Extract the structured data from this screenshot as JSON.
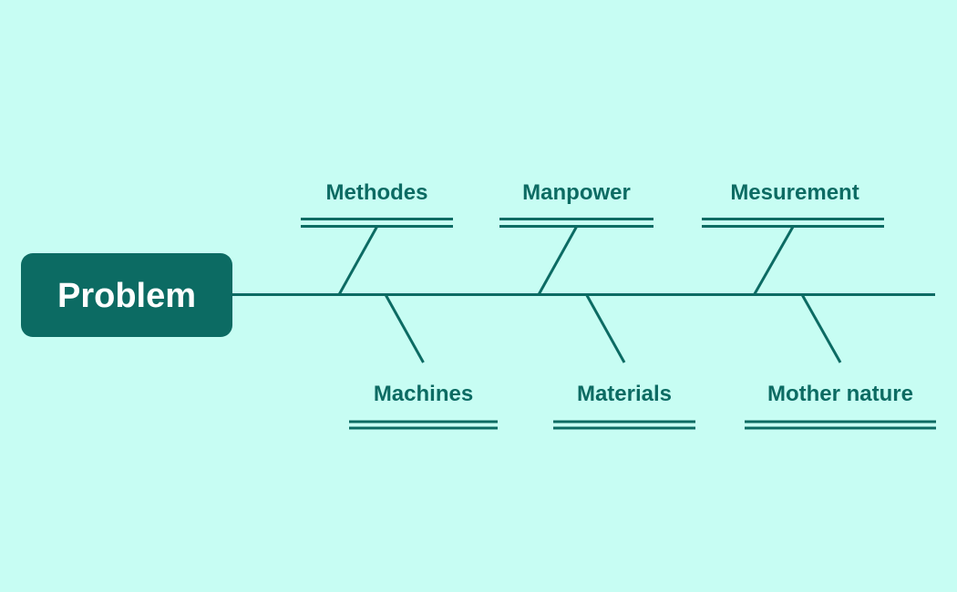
{
  "colors": {
    "background": "#c7fdf3",
    "accent": "#0c6b63",
    "problem_text": "#ffffff"
  },
  "diagram": {
    "type": "fishbone-cause-effect",
    "problem_label": "Problem",
    "top_categories": [
      {
        "label": "Methodes"
      },
      {
        "label": "Manpower"
      },
      {
        "label": "Mesurement"
      }
    ],
    "bottom_categories": [
      {
        "label": "Machines"
      },
      {
        "label": "Materials"
      },
      {
        "label": "Mother nature"
      }
    ]
  }
}
